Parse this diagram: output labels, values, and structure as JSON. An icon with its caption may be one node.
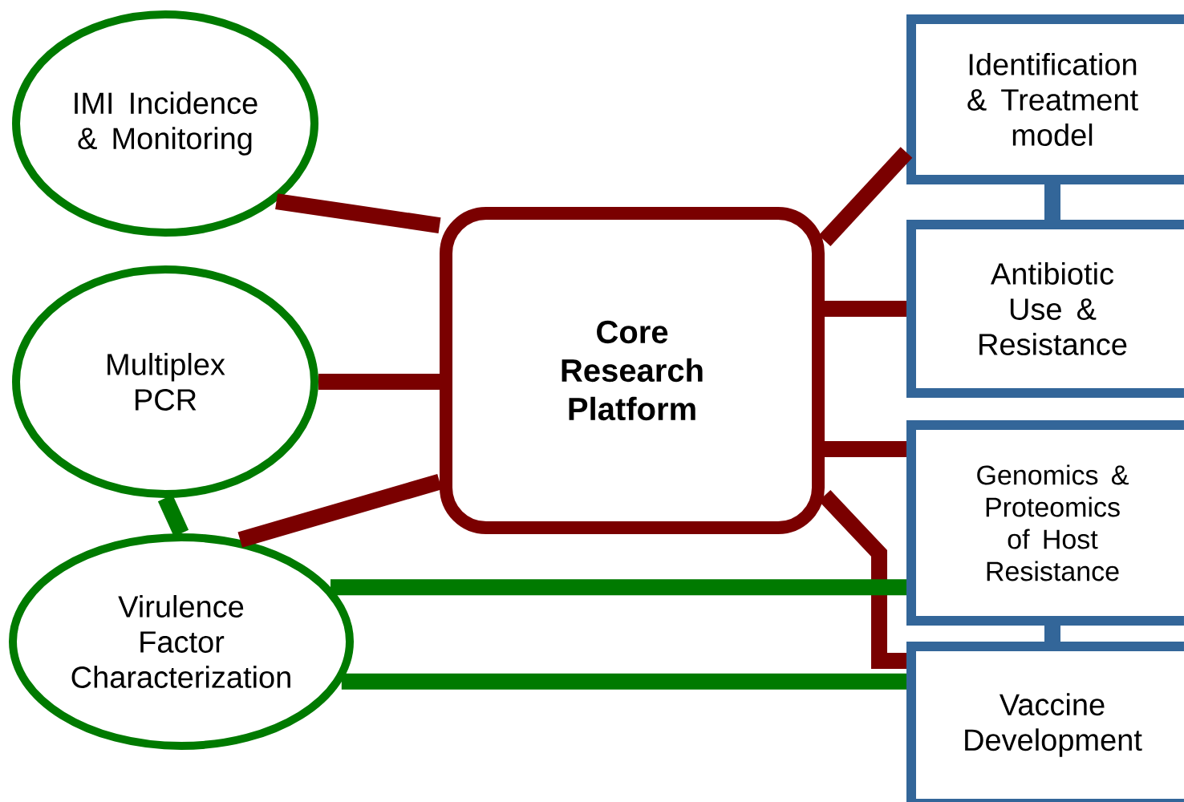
{
  "diagram": {
    "nodes": [
      {
        "text": [
          "Core Research Platform"
        ]
      },
      {
        "text": [
          "IMI Incidence & Monitoring"
        ]
      },
      {
        "text": [
          "Multiplex PCR"
        ]
      },
      {
        "text": [
          "Virulence Factor Characterization"
        ]
      },
      {
        "text": [
          "Identification & Treatment model"
        ]
      },
      {
        "text": [
          "Antibiotic Use & Resistance"
        ]
      },
      {
        "text": [
          "Genomics & Proteomics of Host Resistance"
        ]
      },
      {
        "text": [
          "Vaccine Development"
        ]
      }
    ],
    "edges": [
      {
        "from": 0,
        "to": 1,
        "arrow": "none"
      },
      {
        "from": 0,
        "to": 2,
        "arrow": "none"
      },
      {
        "from": 0,
        "to": 3,
        "arrow": "none"
      },
      {
        "from": 0,
        "to": 4,
        "arrow": "none"
      },
      {
        "from": 0,
        "to": 5,
        "arrow": "none"
      },
      {
        "from": 0,
        "to": 6,
        "arrow": "none"
      },
      {
        "from": 0,
        "to": 7,
        "arrow": "none"
      },
      {
        "from": 2,
        "to": 3,
        "arrow": "none",
        "color": "#007a00"
      },
      {
        "from": 3,
        "to": 6,
        "arrow": "none",
        "color": "#007a00"
      },
      {
        "from": 3,
        "to": 7,
        "arrow": "none",
        "color": "#007a00"
      },
      {
        "from": 4,
        "to": 5,
        "arrow": "none",
        "color": "#336699"
      },
      {
        "from": 6,
        "to": 7,
        "arrow": "none",
        "color": "#336699"
      }
    ]
  }
}
